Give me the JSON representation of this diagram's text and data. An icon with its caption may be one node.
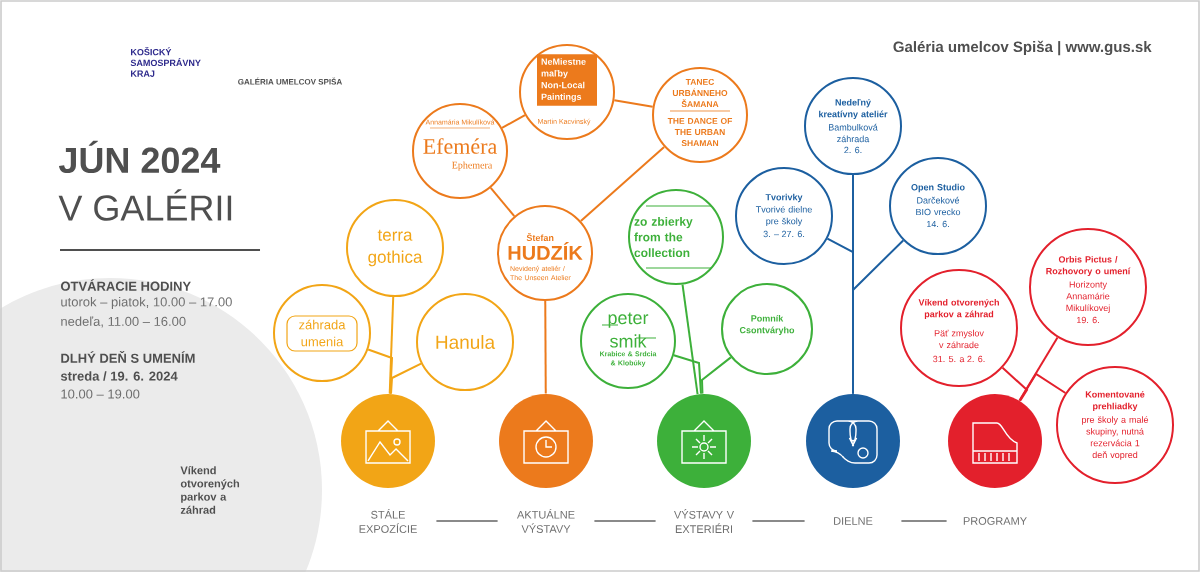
{
  "diagram": {
    "title": "JÚN 2024",
    "nodes": [
      {
        "text": [
          "NeMiestne maľby Non-Local Paintings",
          "Martin Kacvinský"
        ]
      },
      {
        "text": [
          "TANEC URBÁNNEHO ŠAMANA",
          "THE DANCE OF THE URBAN SHAMAN"
        ]
      },
      {
        "text": [
          "Nedeľný kreatívny ateliér",
          "Bambulková záhrada",
          "2. 6."
        ]
      },
      {
        "text": [
          "Annamária Mikulíková",
          "Efeméra",
          "Ephemera"
        ]
      },
      {
        "text": [
          "Open Studio",
          "Darčekové BIO vrecko",
          "14. 6."
        ]
      },
      {
        "text": [
          "Tvorivky",
          "Tvorivé dielne pre školy",
          "3. – 27. 6."
        ]
      },
      {
        "text": [
          "zo zbierky from the collection"
        ]
      },
      {
        "text": [
          "terra gothica"
        ]
      },
      {
        "text": [
          "Štefan",
          "HUDZÍK",
          "Nevidený ateliér / The Unseen Atelier"
        ]
      },
      {
        "text": [
          "Orbis Pictus / Rozhovory o umení",
          "Horizonty Annamárie Mikulíkovej",
          "19. 6."
        ]
      },
      {
        "text": [
          "záhrada umenia"
        ]
      },
      {
        "text": [
          "Víkend otvorených parkov a záhrad",
          "Päť zmyslov v záhrade",
          "31. 5. a 2. 6."
        ]
      },
      {
        "text": [
          "Pomník Csontváryho"
        ]
      },
      {
        "text": [
          "peter smik",
          "Krabice & Srdcia & Klobúky"
        ]
      },
      {
        "text": [
          "Hanula"
        ]
      },
      {
        "text": [
          "Komentované prehliadky",
          "pre školy a malé skupiny, nutná rezervácia 1 deň vopred"
        ]
      },
      {
        "text": [],
        "shape": "circle",
        "beside": [
          "STÁLE EXPOZÍCIE"
        ]
      },
      {
        "text": [],
        "shape": "circle",
        "beside": [
          "AKTUÁLNE VÝSTAVY"
        ]
      },
      {
        "text": [],
        "shape": "circle",
        "beside": [
          "VÝSTAVY V EXTERIÉRI"
        ]
      },
      {
        "text": [],
        "shape": "circle",
        "beside": [
          "DIELNE"
        ]
      },
      {
        "text": [],
        "shape": "circle",
        "beside": [
          "PROGRAMY"
        ]
      }
    ],
    "edges": [
      {
        "from": 7,
        "to": 16,
        "arrow": "none",
        "color": "#f2a516"
      },
      {
        "from": 10,
        "to": 16,
        "arrow": "none",
        "color": "#f2a516"
      },
      {
        "from": 14,
        "to": 16,
        "arrow": "none",
        "color": "#f2a516"
      },
      {
        "from": 8,
        "to": 17,
        "arrow": "none",
        "color": "#ec7a1c"
      },
      {
        "from": 3,
        "to": 8,
        "arrow": "none",
        "color": "#ec7a1c"
      },
      {
        "from": 3,
        "to": 0,
        "arrow": "none",
        "color": "#ec7a1c"
      },
      {
        "from": 0,
        "to": 1,
        "arrow": "none",
        "color": "#ec7a1c"
      },
      {
        "from": 1,
        "to": 8,
        "arrow": "none",
        "color": "#ec7a1c"
      },
      {
        "from": 6,
        "to": 18,
        "arrow": "none",
        "color": "#3db03a"
      },
      {
        "from": 13,
        "to": 18,
        "arrow": "none",
        "color": "#3db03a"
      },
      {
        "from": 12,
        "to": 18,
        "arrow": "none",
        "color": "#3db03a"
      },
      {
        "from": 2,
        "to": 19,
        "arrow": "none",
        "color": "#1c5fa0"
      },
      {
        "from": 5,
        "to": 19,
        "arrow": "none",
        "color": "#1c5fa0"
      },
      {
        "from": 4,
        "to": 19,
        "arrow": "none",
        "color": "#1c5fa0"
      },
      {
        "from": 9,
        "to": 20,
        "arrow": "none",
        "color": "#e3202c"
      },
      {
        "from": 11,
        "to": 20,
        "arrow": "none",
        "color": "#e3202c"
      },
      {
        "from": 15,
        "to": 20,
        "arrow": "none",
        "color": "#e3202c"
      },
      {
        "from": 16,
        "to": 17,
        "arrow": "none",
        "color": "#8a8a8a"
      },
      {
        "from": 17,
        "to": 18,
        "arrow": "none",
        "color": "#8a8a8a"
      },
      {
        "from": 18,
        "to": 19,
        "arrow": "none",
        "color": "#8a8a8a"
      },
      {
        "from": 19,
        "to": 20,
        "arrow": "none",
        "color": "#8a8a8a"
      }
    ],
    "labels": [
      "KOŠICKÝ SAMOSPRÁVNY KRAJ",
      "GALÉRIA UMELCOV SPIŠA",
      "Galéria umelcov Spiša | www.gus.sk",
      "V GALÉRII",
      "OTVÁRACIE HODINY",
      "utorok – piatok, 10.00 – 17.00",
      "nedeľa, 11.00 – 16.00",
      "DLHÝ DEŇ S UMENÍM",
      "streda / 19. 6. 2024",
      "10.00 – 19.00",
      "Víkend otvorených parkov a záhrad"
    ]
  }
}
